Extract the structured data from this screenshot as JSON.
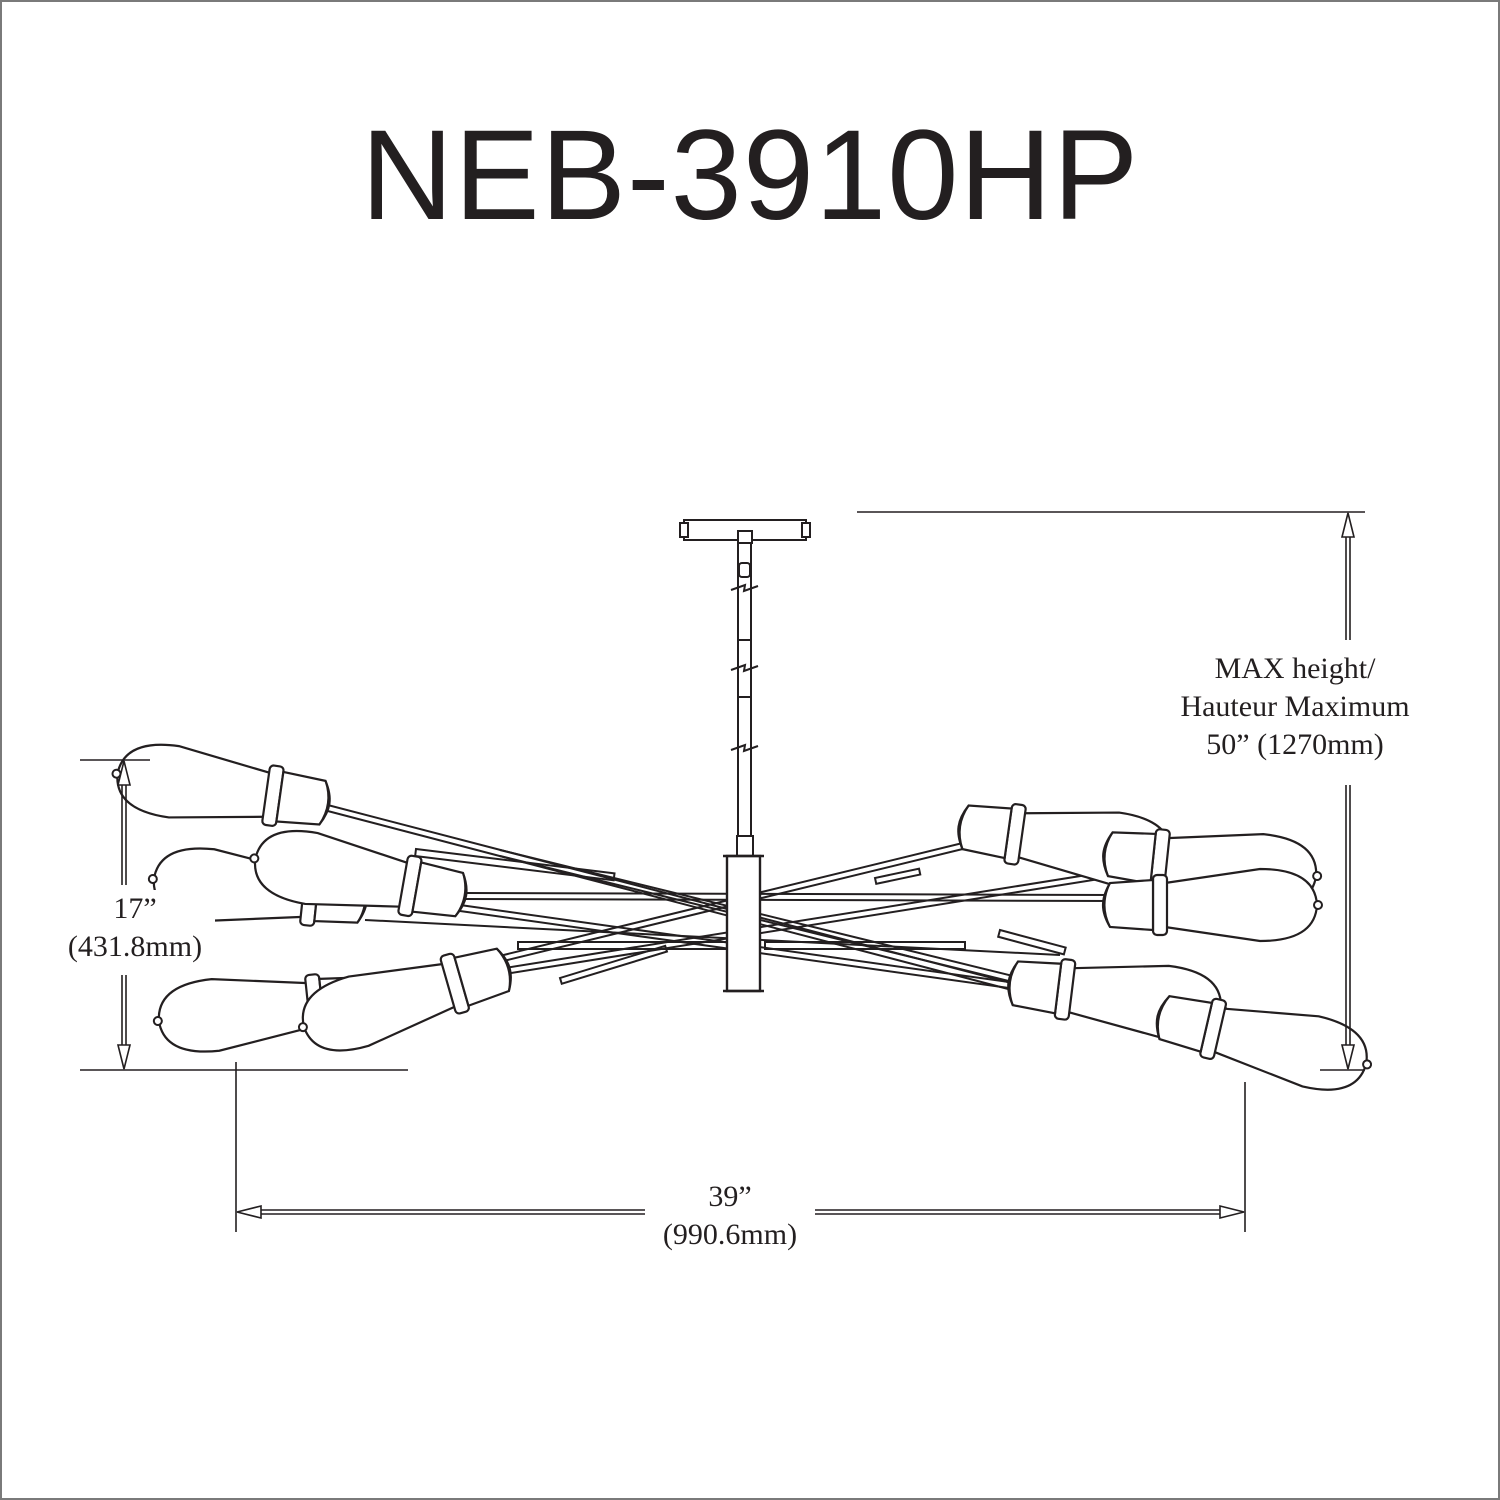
{
  "title": "NEB-3910HP",
  "dimensions": {
    "max_height": {
      "line1": "MAX height/",
      "line2": "Hauteur Maximum",
      "line3": "50” (1270mm)"
    },
    "fixture_height": {
      "line1": "17”",
      "line2": "(431.8mm)"
    },
    "width": {
      "line1": "39”",
      "line2": "(990.6mm)"
    }
  },
  "colors": {
    "ink": "#231f20",
    "border": "#7a7a7a",
    "background": "#ffffff"
  }
}
